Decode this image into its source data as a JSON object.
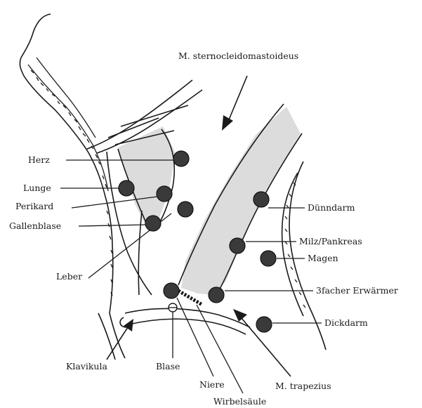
{
  "labels": {
    "muscle_scm": "M. sternocleidomastoideus",
    "herz": "Herz",
    "lunge": "Lunge",
    "perikard": "Perikard",
    "gallenblase": "Gallenblase",
    "leber": "Leber",
    "klavikula": "Klavikula",
    "blase": "Blase",
    "niere": "Niere",
    "wirbelsaeule": "Wirbelsäule",
    "trapezius": "M. trapezius",
    "duenndarm": "Dünndarm",
    "milz_pankreas": "Milz/Pankreas",
    "magen": "Magen",
    "erwaermer": "3facher Erwärmer",
    "dickdarm": "Dickdarm"
  },
  "colors": {
    "ink": "#1a1a1a",
    "point_fill": "#3a3a3a",
    "muscle_shade": "#dcdcdc"
  }
}
